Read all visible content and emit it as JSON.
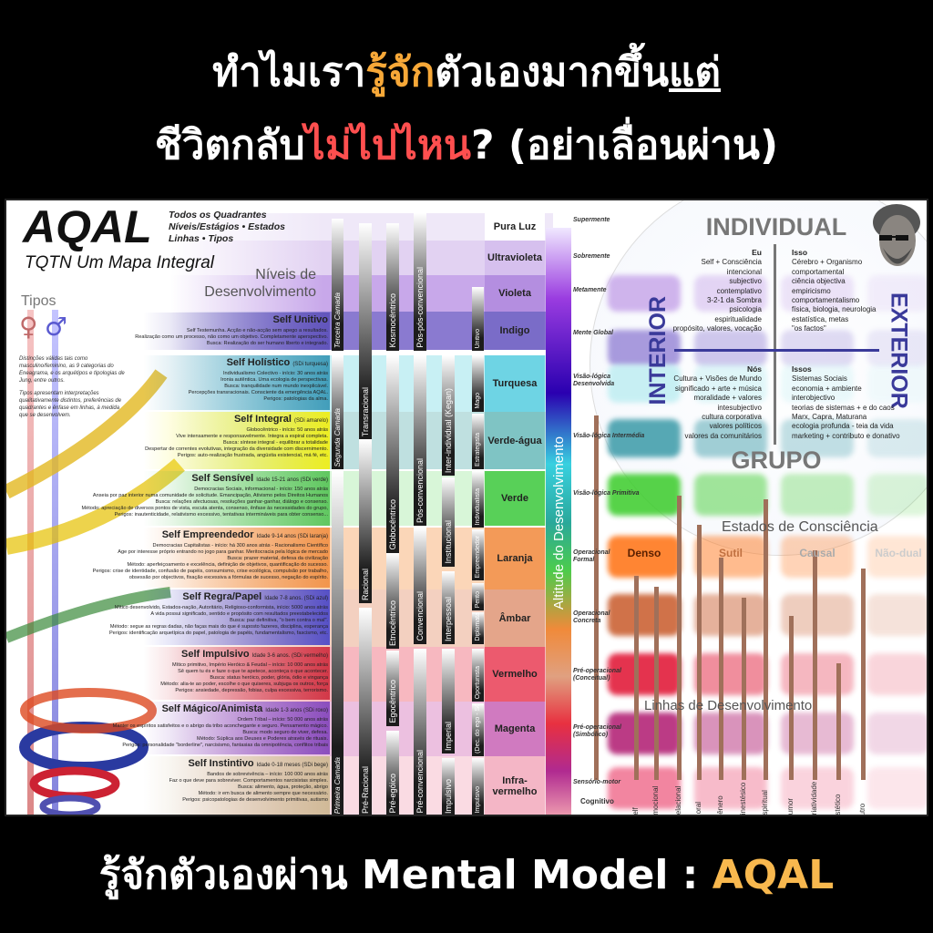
{
  "headline": {
    "line1_a": "ทำไมเรา",
    "line1_b": "รู้จัก",
    "line1_c": "ตัวเองมากขึ้น",
    "line1_d": "แต่",
    "line2_a": "ชีวิตกลับ",
    "line2_b": "ไม่ไปไหน",
    "line2_c": "? (อย่าเลื่อนผ่าน)"
  },
  "caption": {
    "text": "รู้จักตัวเองผ่าน Mental Model : ",
    "accent": "AQAL"
  },
  "colors": {
    "accent_orange": "#f7a838",
    "accent_red": "#ff4f4f",
    "quadrant_blue": "#3a3a9a"
  },
  "poster": {
    "title": "AQAL",
    "subtitle_lines": [
      "Todos os Quadrantes",
      "Níveis/Estágios • Estados",
      "Linhas • Tipos"
    ],
    "tagline": "TQTN Um Mapa Integral",
    "levels_heading": "Níveis de Desenvolvimento",
    "tipos": {
      "heading": "Tipos",
      "female_icon": "venus",
      "male_icon": "mars",
      "text1": "Distinções válidas tais como masculino/feminino, as 9 categorias do Eneagrama, e os arquétipos e tipologias de Jung, entre outros.",
      "text2": "Tipos apresentam interpretações qualitativamente distintos, preferências de quadrantes e ênfase em linhas, à medida que se desenvolvem."
    },
    "color_levels": [
      "Pura Luz",
      "Ultravioleta",
      "Violeta",
      "Indigo",
      "Turquesa",
      "Verde-água",
      "Verde",
      "Laranja",
      "Âmbar",
      "Vermelho",
      "Magenta",
      "Infra-vermelho"
    ],
    "selves": [
      {
        "title": "Self Unitivo",
        "tag": "",
        "lines": [
          "Self Testemunha. Acção e não-acção sem apego a resultados.",
          "Realização como um processo, não como um objetivo. Completamente aperspectivo.",
          "Busca: Realização do ser humano liberto e integrado."
        ]
      },
      {
        "title": "Self Holístico",
        "tag": "(SDi turquesa)",
        "lines": [
          "Individualismo Colectivo - início: 30 anos atrás",
          "Ironia autêntica. Uma ecologia de perspectivas.",
          "Busca: tranquilidade num mundo inexplicável.",
          "Percepções transracionais. Consciente da emergência AQAL.",
          "Perigos: patologias da alma."
        ]
      },
      {
        "title": "Self Integral",
        "tag": "(SDi amarelo)",
        "lines": [
          "Globocêntrico - início: 50 anos atrás",
          "Vive intensamente e responsavelmente. Integra a espiral completa.",
          "Busca: síntese integral - equilibrar a totalidade",
          "Despertar de correntes evolutivas, integração da diversidade com discernimento.",
          "Perigos: auto-realização frustrada, angústia existencial, má fé, etc."
        ]
      },
      {
        "title": "Self Sensível",
        "tag": "Idade 15-21 anos (SDi verde)",
        "lines": [
          "Democracias Sociais, informacional - início: 150 anos atrás",
          "Anseia por paz interior numa comunidade de solicitude. Emancipação, Ativismo pelos Direitos Humanos",
          "Busca: relações afectuosas, resoluções ganhar-ganhar, diálogo e consenso.",
          "Método: apreciação de diversos pontos de vista, escuta atenta, consenso, ênfase às necessidades do grupo,",
          "Perigos: inautenticidade, relativismo excessivo, tentativas intermináveis para obter consenso..."
        ]
      },
      {
        "title": "Self Empreendedor",
        "tag": "Idade 9-14 anos (SDi laranja)",
        "lines": [
          "Democracias Capitalistas - início: há 300 anos atrás - Racionalismo Científico",
          "Age por interesse próprio entrando no jogo para ganhar. Meritocracia pela lógica de mercado",
          "Busca: prazer material, defesa da civilização",
          "Método: aperfeiçoamento e excelência, definição de objetivos, quantificação do sucesso.",
          "Perigos: crise de identidade, confusão de papéis, consumismo, crise ecológica, compulsão por trabalho,",
          "obsessão por objectivos, fixação excessiva a fórmulas de sucesso, negação do espírito."
        ]
      },
      {
        "title": "Self Regra/Papel",
        "tag": "Idade 7-8 anos. (SDi azul)",
        "lines": [
          "Mítico desenvolvido, Estados-nação, Autoritário, Religioso-conformista, início: 5000 anos atrás",
          "A vida possui significado, sentido e propósito com resultados preestabelecidos",
          "Busca: paz definitiva, \"o bem contra o mal\".",
          "Método: segue as regras dadas, não faças mais do que é suposto fazeres, disciplina, esperança",
          "Perigos: identificação arquetípica do papel, patologia de papéis, fundamentalismo, fascismo, etc."
        ]
      },
      {
        "title": "Self Impulsivo",
        "tag": "Idade 3-6 anos. (SDi vermelho)",
        "lines": [
          "Mítico primitivo, Império Heróico & Feudal – início: 10 000 anos atrás",
          "Sê quem tu és e faze o que te apetece, aconteça o que acontecer.",
          "Busca: status heróico, poder, glória, ódio e vingança",
          "Método: alia-te ao poder, escolhe o que quiseres, subjuga os outros, força",
          "Perigos: ansiedade, depressão, fobias, culpa excessiva, terrorismo."
        ]
      },
      {
        "title": "Self Mágico/Animista",
        "tag": "Idade 1-3 anos (SDi roxo)",
        "lines": [
          "Ordem Tribal – início: 50 000 anos atrás",
          "Manter os espíritos satisfeitos e o abrigo da tribo aconchegante e seguro. Pensamento mágico.",
          "Busca: modo seguro de viver, defesa.",
          "Método: Súplica aos Deuses e Poderes através de rituais.",
          "Perigos: personalidade \"borderline\", narcisismo, fantasias da omnipotência, conflitos tribais"
        ]
      },
      {
        "title": "Self Instintivo",
        "tag": "Idade 0-18 meses (SDi bege)",
        "lines": [
          "Bandos de sobrevivência – início: 100 000 anos atrás",
          "Faz o que deve para sobreviver. Comportamentos narcisistas simples.",
          "Busca: alimento, água, proteção, abrigo",
          "Método: ir em busca de alimento sempre que necessário.",
          "Perigos: psicopatologias de desenvolvimento primitivas, autismo"
        ]
      }
    ],
    "columns": [
      [
        "Terceira Camada",
        "Segunda Camada",
        "Primeira Camada"
      ],
      [
        "Transracional",
        "Racional",
        "Pré-Racional"
      ],
      [
        "Kosmocêntrico",
        "Globocêntrico",
        "Etnocêntrico",
        "Egocêntrico",
        "Pré-egóico"
      ],
      [
        "Pós-pós-convencional",
        "Pós-convencional",
        "Convencional",
        "Pré-convencional"
      ],
      [
        "Inter-individual  (Kegan)",
        "Institucional",
        "Interpessoal",
        "Imperial",
        "Impulsivo"
      ],
      [
        "Unitivo",
        "Mago",
        "Estrategista",
        "Individualista",
        "Empreendedor",
        "Perito",
        "Diplomata",
        "Oportunista",
        "(Dec. do ego - SCG)",
        "Impulsivo"
      ]
    ],
    "altitude_label": "Altitude do Desenvolvimento",
    "cognitive_stages": [
      "Supermente",
      "Sobremente",
      "Metamente",
      "Mente Global",
      "Visão-lógica Desenvolvida",
      "Visão-lógica Intermédia",
      "Visão-lógica Primitiva",
      "Operacional Formal",
      "Operacional Concreta",
      "Pré-operacional (Conceitual)",
      "Pré-operacional (Simbólico)",
      "Sensório-motor"
    ],
    "quadrants": {
      "top": "INDIVIDUAL",
      "bottom": "GRUPO",
      "left": "INTERIOR",
      "right": "EXTERIOR",
      "ul": {
        "title": "Eu",
        "lines": [
          "Self + Consciência",
          "intencional",
          "subjectivo",
          "contemplativo",
          "3-2-1 da Sombra",
          "psicologia",
          "espiritualidade",
          "propósito, valores, vocação"
        ]
      },
      "ur": {
        "title": "Isso",
        "lines": [
          "Cérebro + Organismo",
          "comportamental",
          "ciência objectiva",
          "empiricismo",
          "comportamentalismo",
          "física, biologia, neurologia",
          "estatística, metas",
          "\"os factos\""
        ]
      },
      "ll": {
        "title": "Nós",
        "lines": [
          "Cultura + Visões de Mundo",
          "significado + arte + música",
          "moralidade + valores",
          "intesubjectivo",
          "cultura corporativa",
          "valores políticos",
          "valores da comunitários"
        ]
      },
      "lr": {
        "title": "Issos",
        "lines": [
          "Sistemas Sociais",
          "economia + ambiente",
          "interobjectivo",
          "teorias de sistemas + e do caos",
          "Marx, Capra, Maturana",
          "ecologia profunda - teia da vida",
          "marketing + contributo e donativo"
        ]
      }
    },
    "states": {
      "heading": "Estados de Consciência",
      "items": [
        "Denso",
        "Sutil",
        "Causal",
        "Não-dual"
      ]
    },
    "lines_dev": {
      "heading": "Linhas de Desenvolvimento",
      "items": [
        {
          "name": "Cognitivo",
          "level": 1.0
        },
        {
          "name": "Self",
          "level": 0.56
        },
        {
          "name": "Emocional",
          "level": 0.53
        },
        {
          "name": "Relacional",
          "level": 0.78
        },
        {
          "name": "Moral",
          "level": 0.7
        },
        {
          "name": "Gênero",
          "level": 0.61
        },
        {
          "name": "Cinestésico",
          "level": 0.5
        },
        {
          "name": "Espiritual",
          "level": 0.77
        },
        {
          "name": "Humor",
          "level": 0.45
        },
        {
          "name": "Criatividade",
          "level": 0.63
        },
        {
          "name": "Estético",
          "level": 0.32
        },
        {
          "name": "outro",
          "level": 0.58
        }
      ]
    }
  }
}
